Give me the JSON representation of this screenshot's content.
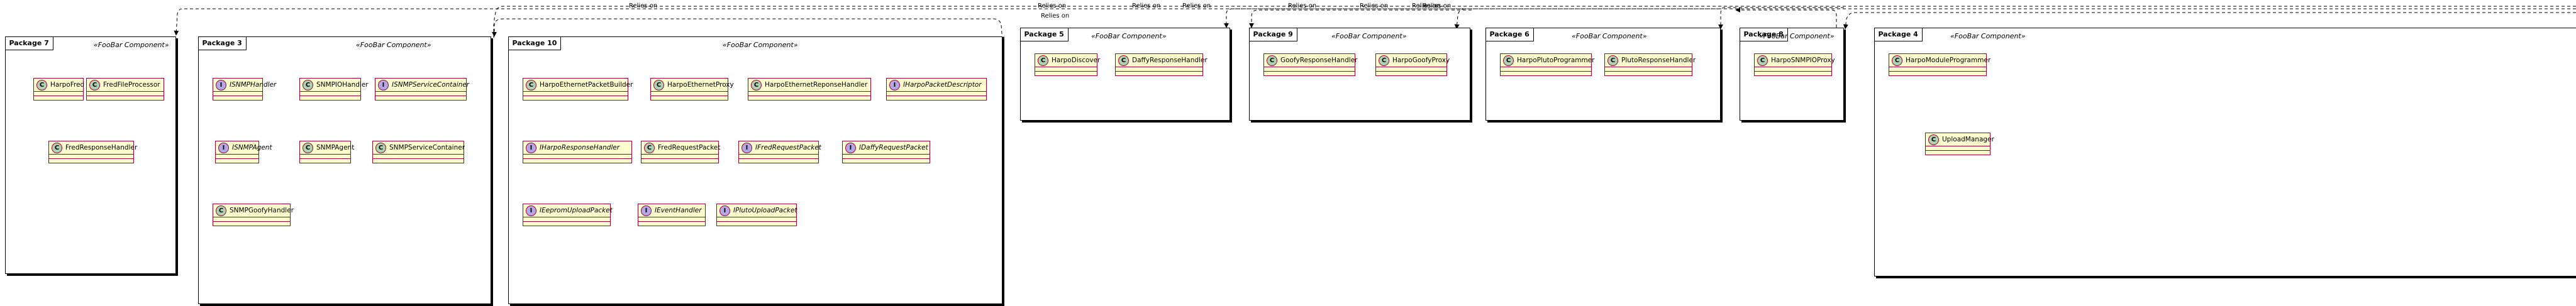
{
  "diagram": {
    "relation_label": "Relies on",
    "stereotype": "«FooBar Component»",
    "packages": [
      {
        "id": "p7",
        "name": "Package 7",
        "classes": [
          {
            "name": "HarpoFred",
            "kind": "C"
          },
          {
            "name": "FredFileProcessor",
            "kind": "C"
          },
          {
            "name": "FredResponseHandler",
            "kind": "C"
          }
        ]
      },
      {
        "id": "p3",
        "name": "Package 3",
        "classes": [
          {
            "name": "ISNMPHandler",
            "kind": "I"
          },
          {
            "name": "SNMPIOHandler",
            "kind": "C"
          },
          {
            "name": "ISNMPServiceContainer",
            "kind": "I"
          },
          {
            "name": "ISNMPAgent",
            "kind": "I"
          },
          {
            "name": "SNMPAgent",
            "kind": "C"
          },
          {
            "name": "SNMPServiceContainer",
            "kind": "C"
          },
          {
            "name": "SNMPGoofyHandler",
            "kind": "C"
          }
        ]
      },
      {
        "id": "p10",
        "name": "Package 10",
        "classes": [
          {
            "name": "HarpoEthernetPacketBuilder",
            "kind": "C"
          },
          {
            "name": "HarpoEthernetProxy",
            "kind": "C"
          },
          {
            "name": "HarpoEthernetReponseHandler",
            "kind": "C"
          },
          {
            "name": "IHarpoPacketDescriptor",
            "kind": "I"
          },
          {
            "name": "IHarpoResponseHandler",
            "kind": "I"
          },
          {
            "name": "FredRequestPacket",
            "kind": "C"
          },
          {
            "name": "IFredRequestPacket",
            "kind": "I"
          },
          {
            "name": "IDaffyRequestPacket",
            "kind": "I"
          },
          {
            "name": "IEepromUploadPacket",
            "kind": "I"
          },
          {
            "name": "IEventHandler",
            "kind": "I"
          },
          {
            "name": "IPlutoUploadPacket",
            "kind": "I"
          }
        ]
      },
      {
        "id": "p5",
        "name": "Package 5",
        "classes": [
          {
            "name": "HarpoDiscover",
            "kind": "C"
          },
          {
            "name": "DaffyResponseHandler",
            "kind": "C"
          }
        ]
      },
      {
        "id": "p9",
        "name": "Package 9",
        "classes": [
          {
            "name": "GoofyResponseHandler",
            "kind": "C"
          },
          {
            "name": "HarpoGoofyProxy",
            "kind": "C"
          }
        ]
      },
      {
        "id": "p6",
        "name": "Package 6",
        "classes": [
          {
            "name": "HarpoPlutoProgrammer",
            "kind": "C"
          },
          {
            "name": "PlutoResponseHandler",
            "kind": "C"
          }
        ]
      },
      {
        "id": "p8",
        "name": "Package 8",
        "classes": [
          {
            "name": "HarpoSNMPIOProxy",
            "kind": "C"
          }
        ]
      },
      {
        "id": "p4",
        "name": "Package 4",
        "classes": [
          {
            "name": "HarpoModuleProgrammer",
            "kind": "C"
          },
          {
            "name": "UploadManager",
            "kind": "C"
          }
        ]
      }
    ]
  }
}
